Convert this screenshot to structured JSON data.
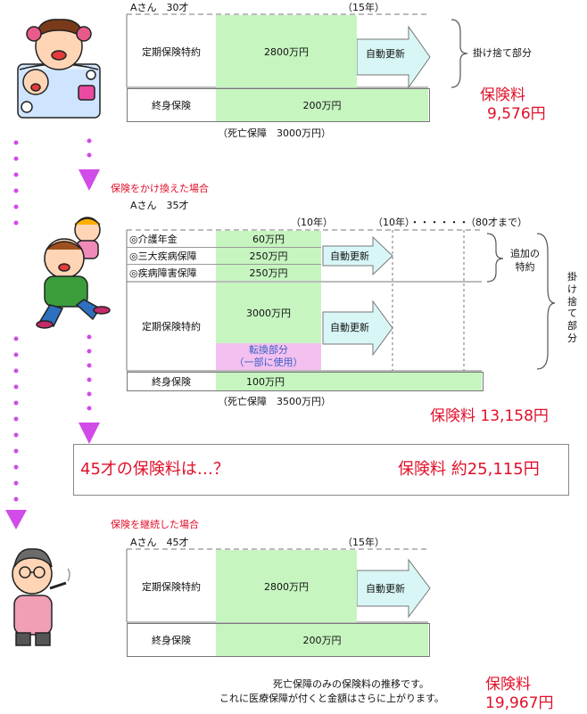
{
  "colors": {
    "coverage": "#c6f5c0",
    "conversion": "#f4c0ef",
    "arrow": "#d8f6f5",
    "premium_text": "#e0102a",
    "dotted_arrow": "#d14be8"
  },
  "section1": {
    "person": "Aさん　30才",
    "term": "（15年）",
    "rider_label": "定期保険特約",
    "rider_amount": "2800万円",
    "renew": "自動更新",
    "whole_label": "終身保険",
    "whole_amount": "200万円",
    "death_total": "（死亡保障　3000万円）",
    "bracket_label": "掛け捨て部分",
    "premium_label": "保険料",
    "premium_value": "9,576円"
  },
  "section2": {
    "heading": "保険をかけ換えた場合",
    "person": "Aさん　35才",
    "terms": {
      "t1": "（10年）",
      "t2": "（10年）・・・・・・",
      "t3": "（80才まで）"
    },
    "riders": [
      {
        "label": "◎介護年金",
        "amount": "60万円"
      },
      {
        "label": "◎三大疾病保障",
        "amount": "250万円"
      },
      {
        "label": "◎疾病障害保障",
        "amount": "250万円"
      }
    ],
    "renew1": "自動更新",
    "added_label": "追加の\n特約",
    "term_label": "定期保険特約",
    "term_amount": "3000万円",
    "renew2": "自動更新",
    "conversion": "転換部分\n（一部に使用）",
    "side_label": "掛\nけ\n捨\nて\n部\n分",
    "whole_label": "終身保険",
    "whole_amount": "100万円",
    "death_total": "（死亡保障　3500万円）",
    "premium_text": "保険料 13,158円"
  },
  "callout": {
    "question": "45才の保険料は…？",
    "answer": "保険料 約25,115円"
  },
  "section3": {
    "heading": "保険を継続した場合",
    "person": "Aさん　45才",
    "term": "（15年）",
    "rider_label": "定期保険特約",
    "rider_amount": "2800万円",
    "renew": "自動更新",
    "whole_label": "終身保険",
    "whole_amount": "200万円",
    "note1": "死亡保障のみの保険料の推移です。",
    "note2": "これに医療保障が付くと金額はさらに上がります。",
    "premium_label": "保険料",
    "premium_value": "19,967円"
  }
}
